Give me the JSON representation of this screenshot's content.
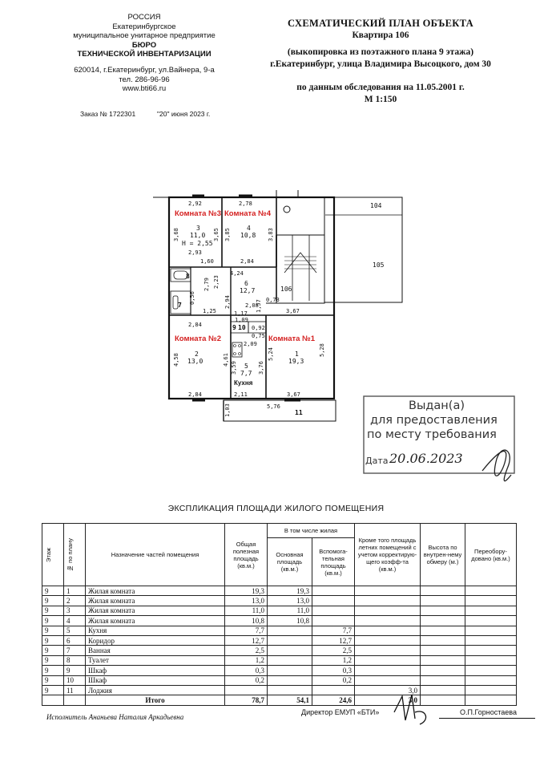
{
  "left_header": {
    "line1": "РОССИЯ",
    "line2": "Екатеринбургское",
    "line3": "муниципальное унитарное предприятие",
    "line4": "БЮРО",
    "line5": "ТЕХНИЧЕСКОЙ ИНВЕНТАРИЗАЦИИ",
    "address": "620014, г.Екатеринбург, ул.Вайнера, 9-а",
    "phone": "тел. 286-96-96",
    "site": "www.bti66.ru",
    "order": "Заказ № 1722301",
    "order_date": "\"20\" июня 2023 г."
  },
  "right_header": {
    "title": "СХЕМАТИЧЕСКИЙ ПЛАН ОБЪЕКТА",
    "apartment": "Квартира 106",
    "source": "(выкопировка из поэтажного плана 9 этажа)",
    "address": "г.Екатеринбург, улица Владимира Высоцкого, дом 30",
    "survey": "по данным обследования на 11.05.2001 г.",
    "scale": "М 1:150"
  },
  "plan": {
    "rooms": {
      "r3_label": "Комната №3",
      "r4_label": "Комната №4",
      "r2_label": "Комната №2",
      "r1_label": "Комната №1",
      "r3_num": "3",
      "r3_area": "11,0",
      "r3_height": "Н = 2,55",
      "r4_num": "4",
      "r4_area": "10,8",
      "r6_num": "6",
      "r6_area": "12,7",
      "r2_num": "2",
      "r2_area": "13,0",
      "r1_num": "1",
      "r1_area": "19,3",
      "r5_num": "5",
      "r5_area": "7,7",
      "kitchen": "Кухня",
      "r7": "7",
      "r8": "8",
      "r9": "9",
      "r10": "10",
      "r11": "11",
      "r104": "104",
      "r105": "105",
      "r106": "106"
    },
    "dims": {
      "d_292": "2,92",
      "d_278": "2,78",
      "d_368": "3,68",
      "d_365": "3,65",
      "d_385": "3,85",
      "d_383": "3,83",
      "d_293": "2,93",
      "d_160": "1,60",
      "d_284a": "2,84",
      "d_424": "4,24",
      "d_279": "2,79",
      "d_223": "2,23",
      "d_125": "1,25",
      "d_056": "0,56",
      "d_284b": "2,84",
      "d_294": "2,94",
      "d_117": "1,17",
      "d_109": "1,09",
      "d_092": "0,92",
      "d_075": "0,75",
      "d_209": "2,09",
      "d_208": "2,08",
      "d_157": "1,57",
      "d_073": "0,73",
      "d_367a": "3,67",
      "d_458": "4,58",
      "d_461": "4,61",
      "d_359": "3,59",
      "d_376": "3,76",
      "d_524": "5,24",
      "d_528": "5,28",
      "d_284c": "2,84",
      "d_211": "2,11",
      "d_367b": "3,67",
      "d_576": "5,76",
      "d_103": "1,03"
    }
  },
  "stamp": {
    "line1": "Выдан(а)",
    "line2": "для предоставления",
    "line3": "по месту требования",
    "date_label": "Дата",
    "date_value": "20.06.2023"
  },
  "explication": {
    "title": "ЭКСПЛИКАЦИЯ ПЛОЩАДИ ЖИЛОГО ПОМЕЩЕНИЯ",
    "headers": {
      "floor": "Этаж",
      "num": "№ по плану",
      "purpose": "Назначение частей помещения",
      "total": "Общая полезная площадь (кв.м.)",
      "incl": "В том числе жилая",
      "main": "Основная площадь (кв.м.)",
      "aux": "Вспомога-тельная площадь (кв.м.)",
      "summer": "Кроме того площадь летних помещений с учетом корректирую-щего коэфф-та (кв.м.)",
      "height": "Высота по внутрен-нему обмеру (м.)",
      "reequip": "Переобору-довано (кв.м.)"
    },
    "rows": [
      {
        "floor": "9",
        "num": "1",
        "name": "Жилая комната",
        "total": "19,3",
        "main": "19,3",
        "aux": "",
        "summer": ""
      },
      {
        "floor": "9",
        "num": "2",
        "name": "Жилая комната",
        "total": "13,0",
        "main": "13,0",
        "aux": "",
        "summer": ""
      },
      {
        "floor": "9",
        "num": "3",
        "name": "Жилая комната",
        "total": "11,0",
        "main": "11,0",
        "aux": "",
        "summer": ""
      },
      {
        "floor": "9",
        "num": "4",
        "name": "Жилая комната",
        "total": "10,8",
        "main": "10,8",
        "aux": "",
        "summer": ""
      },
      {
        "floor": "9",
        "num": "5",
        "name": "Кухня",
        "total": "7,7",
        "main": "",
        "aux": "7,7",
        "summer": ""
      },
      {
        "floor": "9",
        "num": "6",
        "name": "Коридор",
        "total": "12,7",
        "main": "",
        "aux": "12,7",
        "summer": ""
      },
      {
        "floor": "9",
        "num": "7",
        "name": "Ванная",
        "total": "2,5",
        "main": "",
        "aux": "2,5",
        "summer": ""
      },
      {
        "floor": "9",
        "num": "8",
        "name": "Туалет",
        "total": "1,2",
        "main": "",
        "aux": "1,2",
        "summer": ""
      },
      {
        "floor": "9",
        "num": "9",
        "name": "Шкаф",
        "total": "0,3",
        "main": "",
        "aux": "0,3",
        "summer": ""
      },
      {
        "floor": "9",
        "num": "10",
        "name": "Шкаф",
        "total": "0,2",
        "main": "",
        "aux": "0,2",
        "summer": ""
      },
      {
        "floor": "9",
        "num": "11",
        "name": "Лоджия",
        "total": "",
        "main": "",
        "aux": "",
        "summer": "3,0"
      }
    ],
    "total_row": {
      "label": "Итого",
      "total": "78,7",
      "main": "54,1",
      "aux": "24,6",
      "summer": "3,0"
    }
  },
  "footer": {
    "executor": "Исполнитель Ананьева Наталия Аркадьевна",
    "director": "Директор ЕМУП «БТИ»",
    "director_name": "О.П.Горностаева"
  },
  "colors": {
    "room_label": "#d42020",
    "stamp": "#444444",
    "ink": "#111111"
  }
}
